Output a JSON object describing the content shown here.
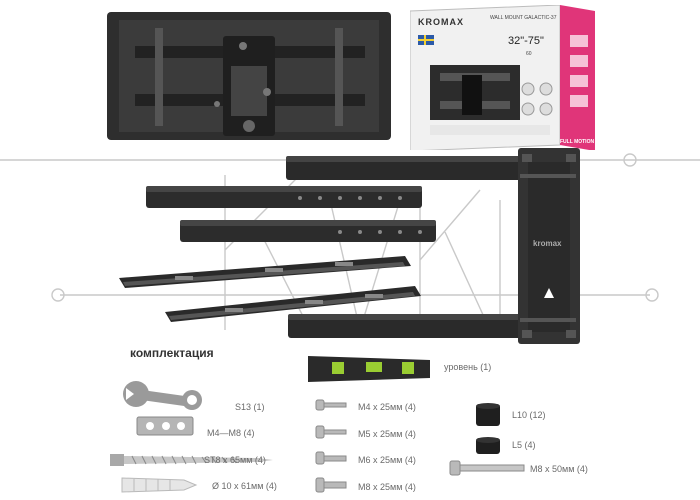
{
  "colors": {
    "metal": "#2b2b2b",
    "metal_light": "#4a4a4a",
    "accent_pink": "#e0307a",
    "box_bg": "#f3f3f3",
    "label_gray": "#6a6a6a"
  },
  "icons": [
    "bubble-level-icon",
    "wrench-icon",
    "spacer-icon",
    "screw-icon",
    "anchor-icon"
  ],
  "box": {
    "brand": "KROMAX",
    "model": "WALL MOUNT GALACTIC-37",
    "size": "32\"-75\"",
    "weight": "60",
    "tag": "FULL MOTION"
  },
  "mount_brand": "kromax",
  "heading": "комплектация",
  "parts": {
    "level": "уровень (1)",
    "s13": "S13 (1)",
    "m4_m8": "M4—M8 (4)",
    "st8": "ST8 x 65мм (4)",
    "d10": "Ø 10 x 61мм (4)",
    "m4": "M4 x 25мм (4)",
    "m5": "M5 x 25мм (4)",
    "m6": "M6 x 25мм (4)",
    "m8": "M8 x 25мм (4)",
    "l10": "L10 (12)",
    "l5": "L5 (4)",
    "m8_50": "M8 x 50мм (4)"
  }
}
